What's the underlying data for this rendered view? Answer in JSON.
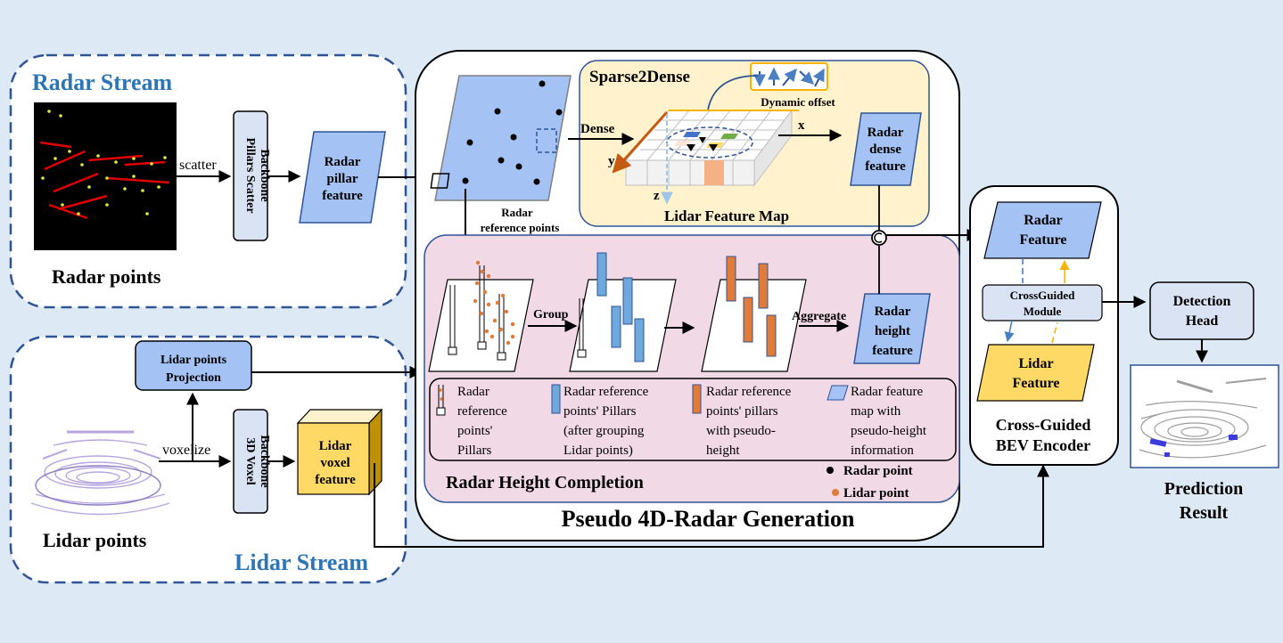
{
  "radar_stream": {
    "title": "Radar Stream",
    "points_label": "Radar points",
    "scatter_label": "scatter",
    "backbone_label_1": "Pillars Scatter",
    "backbone_label_2": "Backbone",
    "pillar_feature": [
      "Radar",
      "pillar",
      "feature"
    ]
  },
  "lidar_stream": {
    "title": "Lidar Stream",
    "points_label": "Lidar points",
    "voxelize_label": "voxelize",
    "projection": [
      "Lidar points",
      "Projection"
    ],
    "backbone_label_1": "3D Voxel",
    "backbone_label_2": "Backbone",
    "voxel_feature": [
      "Lidar",
      "voxel",
      "feature"
    ]
  },
  "generation": {
    "title": "Pseudo 4D-Radar Generation",
    "reference_points": [
      "Radar",
      "reference points"
    ],
    "sparse2dense": {
      "title": "Sparse2Dense",
      "dense_label": "Dense",
      "dynamic_offset": "Dynamic offset",
      "axis_x": "x",
      "axis_y": "y",
      "axis_z": "z",
      "map_label": "Lidar Feature Map",
      "dense_feature": [
        "Radar",
        "dense",
        "feature"
      ]
    },
    "height_completion": {
      "title": "Radar Height Completion",
      "group_label": "Group",
      "aggregate_label": "Aggregate",
      "height_feature": [
        "Radar",
        "height",
        "feature"
      ],
      "legend": [
        [
          "Radar",
          "reference",
          "points'",
          "Pillars"
        ],
        [
          "Radar reference",
          "points' Pillars",
          "(after grouping",
          "Lidar points)"
        ],
        [
          "Radar reference",
          "points' pillars",
          "with pseudo-",
          "height"
        ],
        [
          "Radar feature",
          "map with",
          "pseudo-height",
          "information"
        ]
      ],
      "radar_point": "Radar point",
      "lidar_point": "Lidar point"
    }
  },
  "encoder": {
    "radar_feature": [
      "Radar",
      "Feature"
    ],
    "module": [
      "CrossGuided",
      "Module"
    ],
    "lidar_feature": [
      "Lidar",
      "Feature"
    ],
    "title": [
      "Cross-Guided",
      "BEV Encoder"
    ]
  },
  "detection_head": [
    "Detection",
    "Head"
  ],
  "prediction": [
    "Prediction",
    "Result"
  ],
  "colors": {
    "background": "#dde9f5",
    "stream_border": "#2f5496",
    "stream_title": "#2e75b6",
    "radar_para": "#a4c2f4",
    "lidar_yellow": "#ffd966",
    "sparse_bg": "#fff2cc",
    "height_bg": "#f2d9e6",
    "box_gray": "#dae3f3",
    "pillar_blue": "#6fa8dc",
    "pillar_orange": "#e07b39"
  }
}
